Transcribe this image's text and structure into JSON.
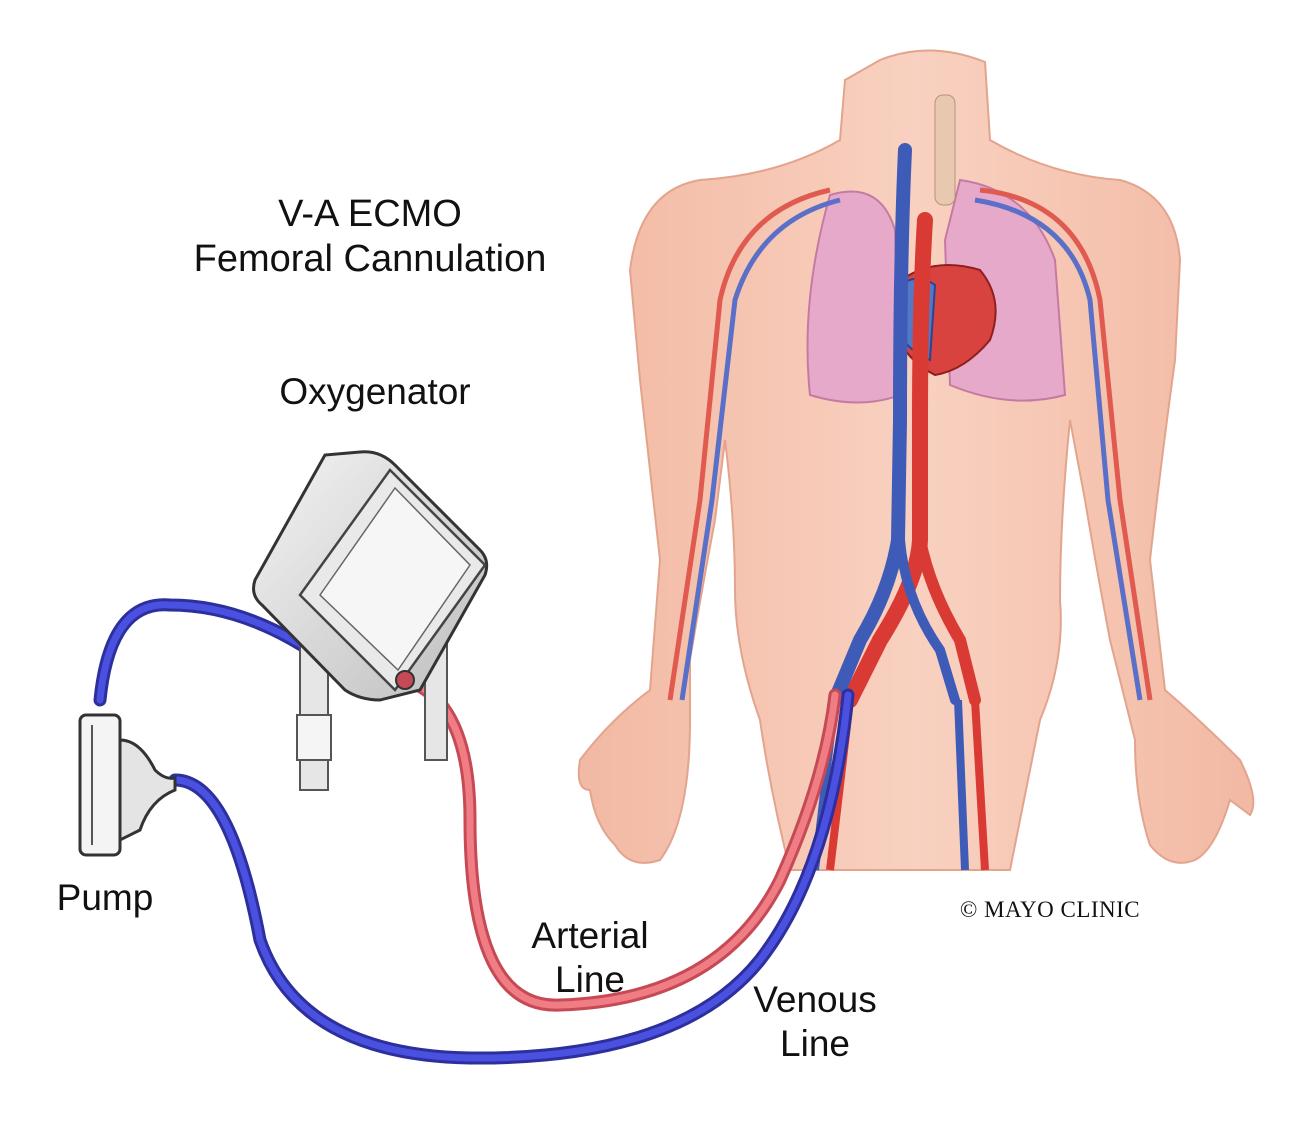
{
  "title": {
    "line1": "V-A ECMO",
    "line2": "Femoral Cannulation"
  },
  "labels": {
    "oxygenator": "Oxygenator",
    "pump": "Pump",
    "arterial_line_1": "Arterial",
    "arterial_line_2": "Line",
    "venous_line_1": "Venous",
    "venous_line_2": "Line"
  },
  "credit": "© MAYO CLINIC",
  "colors": {
    "arterial": "#f07c84",
    "venous": "#3b3fc4",
    "skin": "#f6c6b2",
    "lung": "#d99ac0"
  }
}
